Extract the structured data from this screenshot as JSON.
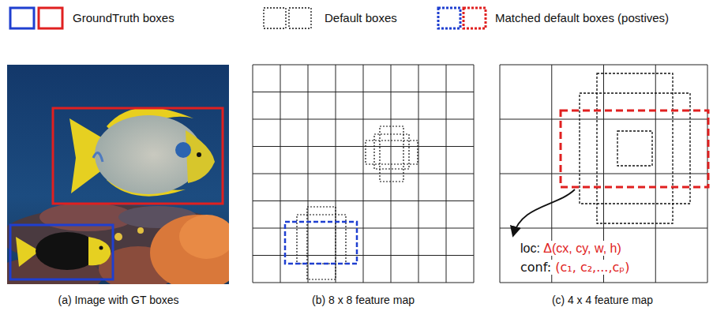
{
  "diagram": {
    "labels": [
      "(a) Image with GT boxes",
      "(b) 8 x 8 feature map",
      "(c) 4 x 4 feature map",
      "loc: Δ(cx, cy, w, h)",
      "conf: (c₁, c₂,...,cₚ)"
    ],
    "legend": [
      {
        "text": "GroundTruth boxes"
      },
      {
        "text": "Default boxes"
      },
      {
        "text": "Matched default boxes (postives)"
      }
    ]
  }
}
